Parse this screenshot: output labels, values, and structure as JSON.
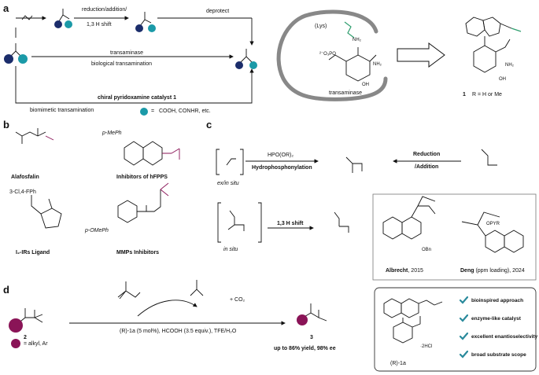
{
  "panel_a": {
    "letter": "a",
    "reagent_top": "reduction/addition/",
    "reagent_top2": "1,3 H shift",
    "deprotect": "deprotect",
    "transaminase": "transaminase",
    "bio": "biological transamination",
    "catalyst_line": "chiral pyridoxamine catalyst 1",
    "biomimetic": "biomimetic transamination",
    "legend_eq": "=",
    "legend_text": "COOH, CONHR, etc.",
    "enzyme_label": "transaminase",
    "lys": "(Lys)",
    "compound1": "1",
    "compound1_r": "R = H or Me",
    "nh2": "NH₂",
    "oh": "OH",
    "o3p": "²⁻O₃PO"
  },
  "panel_b": {
    "letter": "b",
    "c1": "Alafosfalin",
    "c2": "Inhibitors of hFPPS",
    "c3": "I₂-IRs Ligand",
    "c4": "MMPs Inhibitors",
    "pmeph": "p-MePh",
    "clf": "3-Cl,4-FPh",
    "pome": "p-OMePh"
  },
  "panel_c": {
    "letter": "c",
    "hpo": "HPO(OR)₂",
    "hydro": "Hydrophosphonylation",
    "exin": "ex/in situ",
    "reduction": "Reduction",
    "addition": "/Addition",
    "insitu": "in situ",
    "shift": "1,3 H shift",
    "albrecht": "Albrecht",
    "albrecht_year": ", 2015",
    "deng": "Deng",
    "deng_rest": " (ppm loading), 2024",
    "obn": "OBn",
    "opyr": "OPYR"
  },
  "panel_d": {
    "letter": "d",
    "co2": "+ CO₂",
    "conditions": "(R)-1a (5 mol%), HCOOH (3.5 equiv.), TFE/H₂O",
    "c2": "2",
    "c3": "3",
    "legend": "= alkyl, Ar",
    "yield": "up to 86% yield, 98% ee",
    "cat_label": "(R)-1a",
    "hcl": "·2HCl",
    "features": [
      "bioinspired approach",
      "enzyme-like catalyst",
      "excellent enantioselectivity",
      "broad substrate scope"
    ]
  },
  "colors": {
    "navy": "#1b2d6b",
    "teal": "#1b9aa8",
    "plum": "#8a1457",
    "green": "#2f9e6e",
    "check": "#2a8a9c"
  }
}
